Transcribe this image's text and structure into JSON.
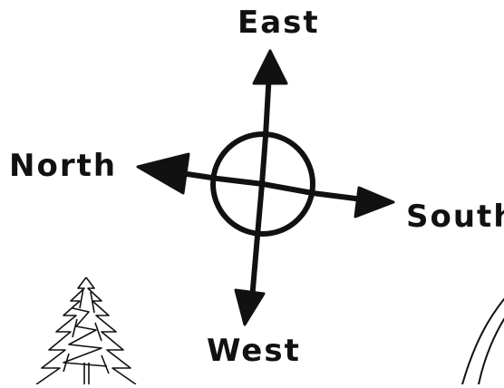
{
  "labels": {
    "top": "East",
    "left": "North",
    "right": "South",
    "bottom": "West"
  },
  "colors": {
    "ink": "#111111",
    "background": "#ffffff"
  },
  "icons": {
    "center": "circle-crosshair-icon",
    "decoration": "pine-tree-icon"
  }
}
